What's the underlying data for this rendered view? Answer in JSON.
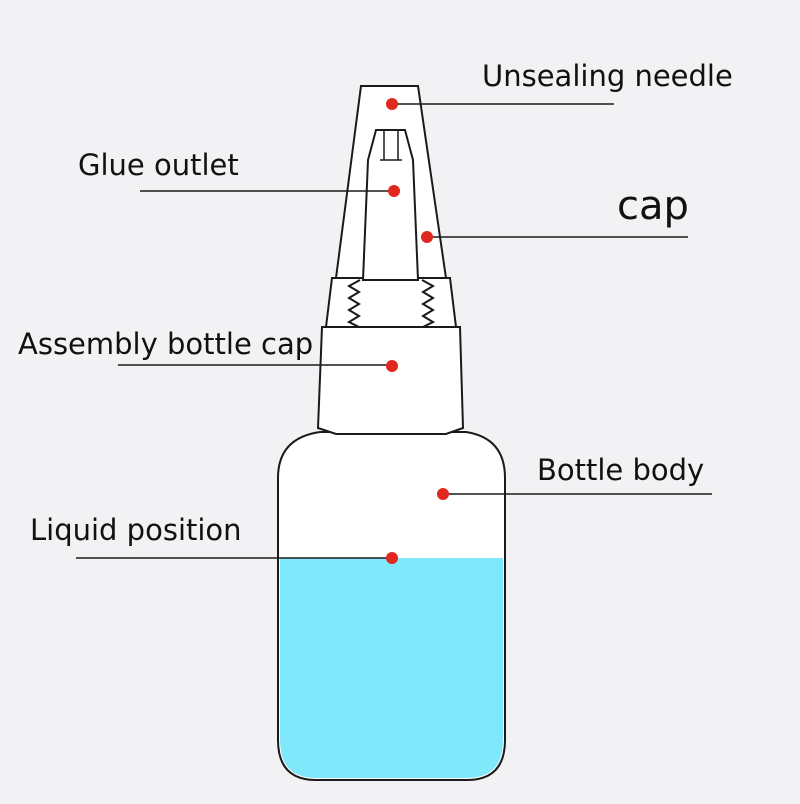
{
  "diagram": {
    "labels": {
      "unsealing_needle": "Unsealing needle",
      "glue_outlet": "Glue outlet",
      "cap": "cap",
      "assembly_bottle_cap": "Assembly bottle cap",
      "bottle_body": "Bottle body",
      "liquid_position": "Liquid position"
    },
    "colors": {
      "background": "#f2f2f4",
      "bottle_fill": "#ffffff",
      "outline": "#1a1a1a",
      "liquid": "#80e8fb",
      "marker_dot": "#e0281e",
      "leader_line": "#1a1a1a"
    }
  }
}
